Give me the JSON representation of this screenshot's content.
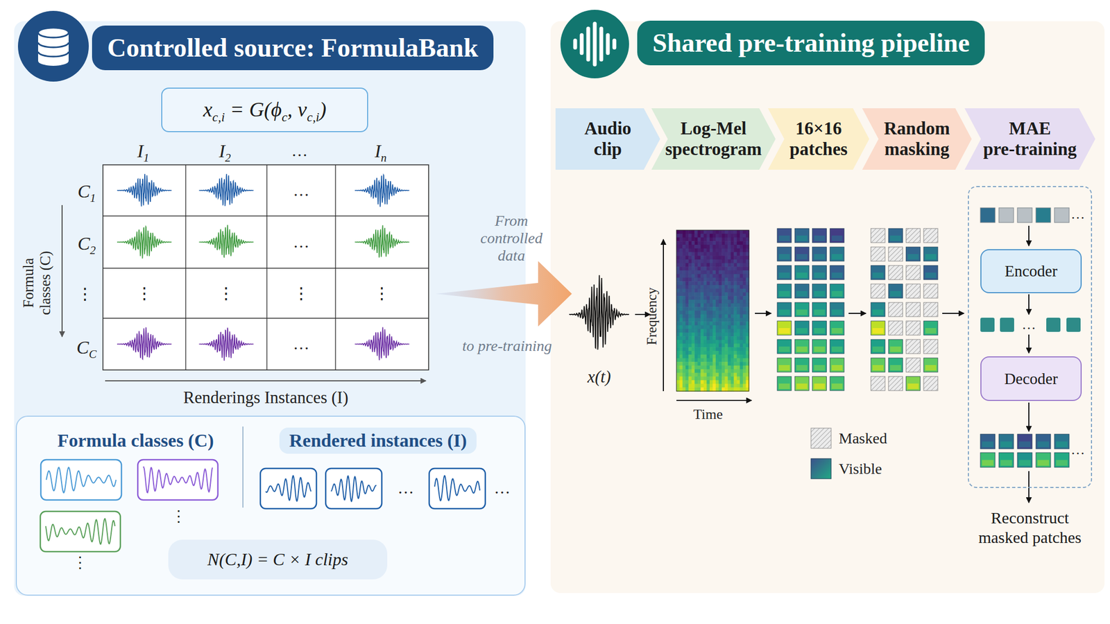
{
  "diagram": {
    "nodes": [
      {
        "text": [
          "Controlled source: FormulaBank"
        ]
      },
      {
        "text": [
          "xc,i = G(ϕc, νc,i)"
        ],
        "in": 0
      },
      {
        "text": [
          "Formula classes (C)",
          "Rendered instances (I)"
        ],
        "in": 0
      },
      {
        "text": [
          "N(C,I) = C × I clips"
        ],
        "in": 2
      },
      {
        "text": [
          "Shared pre-training pipeline"
        ]
      },
      {
        "text": [
          "Audio clip"
        ],
        "in": 4
      },
      {
        "text": [
          "Log-Mel spectrogram"
        ],
        "in": 4
      },
      {
        "text": [
          "16×16 patches"
        ],
        "in": 4
      },
      {
        "text": [
          "Random masking"
        ],
        "in": 4
      },
      {
        "text": [
          "MAE pre-training"
        ],
        "in": 4
      },
      {
        "text": [
          "Reconstruct masked patches"
        ],
        "in": 4
      },
      {
        "text": [
          "Encoder"
        ],
        "in": 10
      },
      {
        "text": [
          "Decoder"
        ],
        "in": 10
      }
    ],
    "edges": [
      {
        "from": 0,
        "to": 4,
        "arrow": "to"
      }
    ],
    "labels": [
      "I1",
      "I2",
      "…",
      "In",
      "C1",
      "C2",
      "⋮",
      "CC",
      "Formula classes (C)",
      "Renderings Instances (I)",
      "…",
      "…",
      "⋮",
      "⋮",
      "⋮",
      "⋮",
      "…",
      "From controlled data",
      "to pre-training",
      "x(t)",
      "Frequency",
      "Time",
      "…",
      "…",
      "…",
      "⋮",
      "⋮",
      "…",
      "…"
    ],
    "legend": [
      {
        "text": "Masked"
      },
      {
        "text": "Visible"
      }
    ]
  }
}
